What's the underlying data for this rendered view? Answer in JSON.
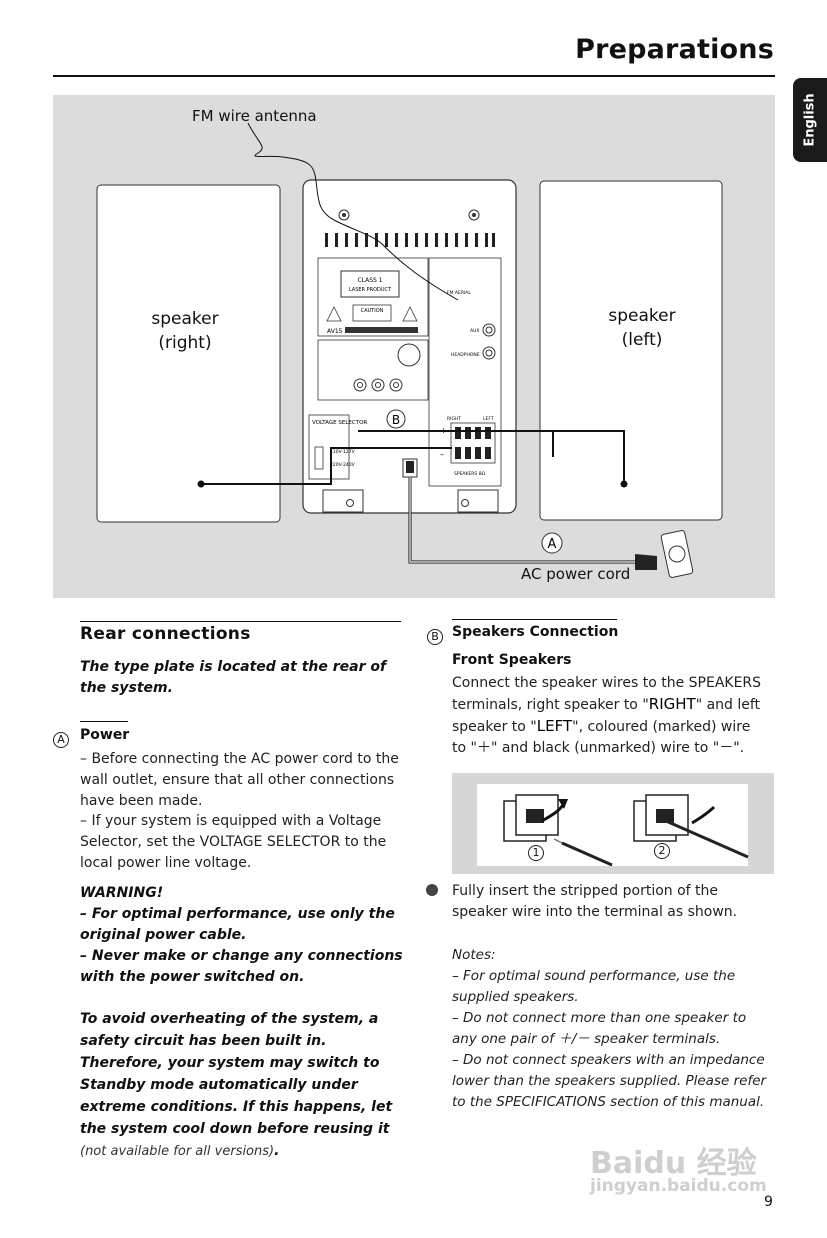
{
  "header": {
    "title": "Preparations",
    "language_tab": "English"
  },
  "figure": {
    "fm_antenna_label": "FM wire antenna",
    "speaker_right": [
      "speaker",
      "(right)"
    ],
    "speaker_left": [
      "speaker",
      "(left)"
    ],
    "marker_a": "A",
    "marker_b": "B",
    "ac_cord_label": "AC power cord",
    "panel_text": {
      "class1": "CLASS 1",
      "laser": "LASER PRODUCT",
      "caution": "CAUTION",
      "model": "AV15",
      "fm_aerial": "FM AERIAL",
      "aux": "AUX",
      "headphone": "HEADPHONE",
      "right": "RIGHT",
      "left": "LEFT",
      "speakers": "SPEAKERS 8Ω",
      "voltage": "VOLTAGE SELECTOR",
      "v110": "110V-127V",
      "v220": "220V-240V"
    }
  },
  "left_col": {
    "heading": "Rear connections",
    "type_plate": "The type plate is located at the rear of the system.",
    "power_marker": "A",
    "power_heading": "Power",
    "power_item1": "–  Before connecting the AC power cord to the wall outlet, ensure that all other connections have been made.",
    "power_item2": "–  If your system is equipped with a Voltage Selector, set the VOLTAGE SELECTOR to the local power line voltage.",
    "warning_title": "WARNING!",
    "warning_1": "–  For optimal performance, use only the original power cable.",
    "warning_2": "–  Never make or change any connections with the power switched on.",
    "overheat": "To avoid overheating of the system, a safety circuit has been built in. Therefore, your system may switch to Standby mode automatically under extreme conditions. If this happens, let the system cool down before reusing it",
    "overheat_note": " (not available for all versions)",
    "overheat_end": "."
  },
  "right_col": {
    "marker": "B",
    "heading": "Speakers Connection",
    "sub_heading": "Front Speakers",
    "body_1": "Connect the speaker wires to the SPEAKERS terminals, right speaker to \"",
    "right_word": "RIGHT",
    "body_2": "\" and left speaker to \"",
    "left_word": "LEFT",
    "body_3": "\", coloured (marked) wire to \"＋\" and black (unmarked) wire to \"－\".",
    "step1": "1",
    "step2": "2",
    "bullet": "Fully insert the stripped portion of the speaker wire into the terminal as shown.",
    "notes_title": "Notes:",
    "note_1": "–  For optimal sound performance, use the supplied speakers.",
    "note_2": "–  Do not connect more than one speaker to any one pair of ＋/－ speaker terminals.",
    "note_3": "–  Do not connect speakers with an impedance lower than the speakers supplied.  Please refer to the SPECIFICATIONS section of this manual."
  },
  "footer": {
    "page_number": "9",
    "watermark_1": "Baidu 经验",
    "watermark_2": "jingyan.baidu.com"
  }
}
